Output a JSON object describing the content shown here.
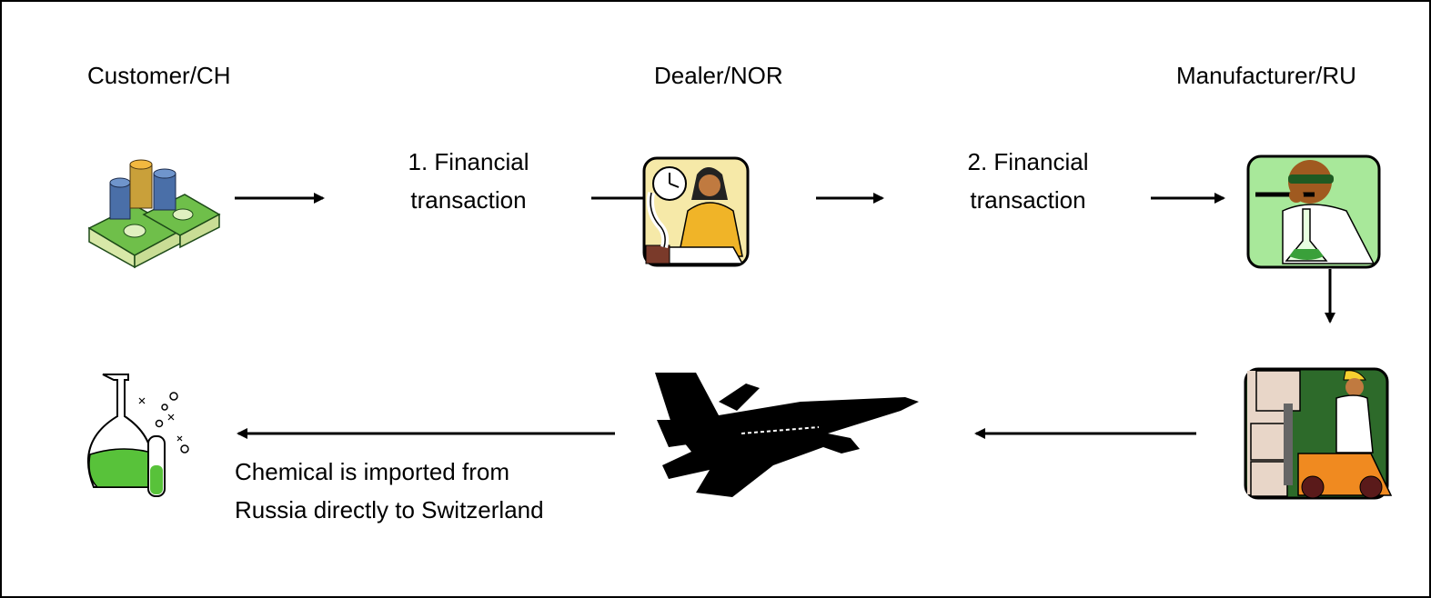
{
  "nodes": {
    "customer": {
      "label": "Customer/CH",
      "icon": "money-stacks-icon"
    },
    "dealer": {
      "label": "Dealer/NOR",
      "icon": "office-worker-icon"
    },
    "manufacturer": {
      "label": "Manufacturer/RU",
      "icon": "lab-scientist-icon"
    }
  },
  "steps": {
    "step1": {
      "line1": "1. Financial",
      "line2": "transaction"
    },
    "step2": {
      "line1": "2. Financial",
      "line2": "transaction"
    }
  },
  "shipment": {
    "line1": "Chemical is imported from",
    "line2": "Russia directly to Switzerland",
    "icons": [
      "chemical-flask-icon",
      "airplane-icon",
      "forklift-worker-icon"
    ]
  },
  "colors": {
    "green": "#58c23a",
    "yellow": "#f6d75a",
    "skin": "#b06a2c",
    "dark-green": "#1f5a22",
    "orange": "#f08a20"
  }
}
